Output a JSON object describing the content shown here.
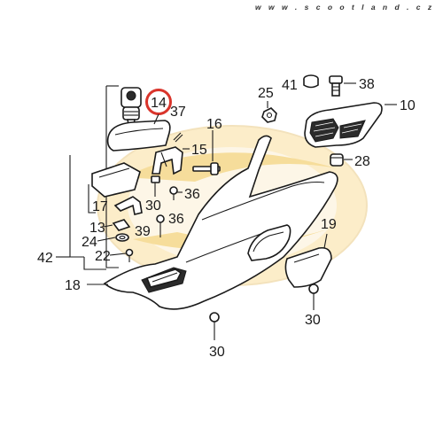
{
  "watermark": "w w w . s c o o t l a n d . c z",
  "colors": {
    "ink": "#1a1a1a",
    "highlight_circle": "#d9342b",
    "logo_yellow": "#f3d27a",
    "logo_pale": "#fbe7b8"
  },
  "callouts": {
    "c14": "14",
    "c37": "37",
    "c16": "16",
    "c15": "15",
    "c25": "25",
    "c41": "41",
    "c38": "38",
    "c10": "10",
    "c28": "28",
    "c36a": "36",
    "c36b": "36",
    "c30a": "30",
    "c17": "17",
    "c39": "39",
    "c13": "13",
    "c24": "24",
    "c22": "22",
    "c42": "42",
    "c18": "18",
    "c19": "19",
    "c30b": "30",
    "c30c": "30"
  },
  "highlighted_part": "14"
}
